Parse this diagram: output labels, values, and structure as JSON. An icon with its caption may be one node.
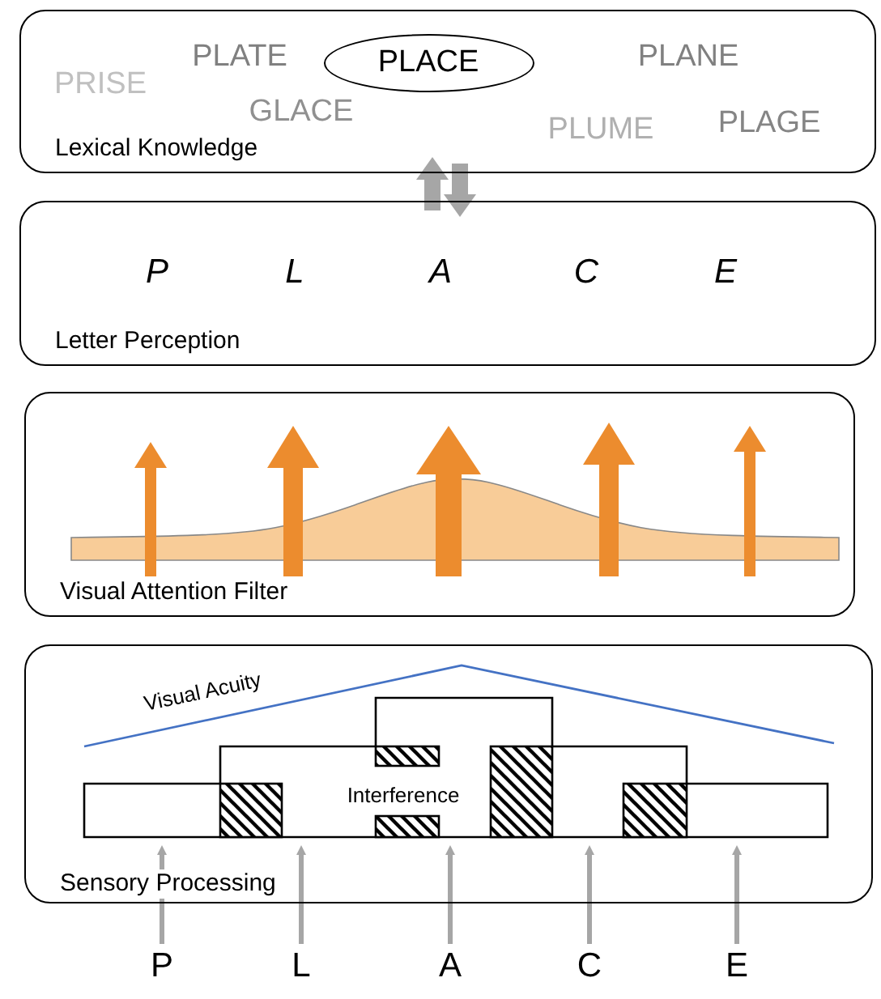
{
  "diagram": {
    "nodes": [
      {
        "text": [
          "Lexical Knowledge"
        ]
      },
      {
        "text": [
          "PLACE"
        ],
        "in": 0
      },
      {
        "text": [
          "Letter Perception"
        ]
      },
      {
        "text": [
          "Visual Attention Filter"
        ]
      },
      {
        "text": [
          "Sensory Processing"
        ]
      },
      {
        "text": [
          "P"
        ]
      },
      {
        "text": [
          "L"
        ]
      },
      {
        "text": [
          "A"
        ]
      },
      {
        "text": [
          "C"
        ]
      },
      {
        "text": [
          "E"
        ]
      }
    ],
    "edges": [
      {
        "from": 2,
        "to": 0,
        "arrow": "to",
        "style": "thick"
      },
      {
        "from": 0,
        "to": 2,
        "arrow": "to",
        "style": "thick"
      },
      {
        "from": 5,
        "to": 4,
        "arrow": "to"
      },
      {
        "from": 6,
        "to": 4,
        "arrow": "to"
      },
      {
        "from": 7,
        "to": 4,
        "arrow": "to"
      },
      {
        "from": 8,
        "to": 4,
        "arrow": "to"
      },
      {
        "from": 9,
        "to": 4,
        "arrow": "to"
      }
    ],
    "labels": [
      "PRISE",
      "PLATE",
      "GLACE",
      "PLANE",
      "PLUME",
      "PLAGE",
      "P",
      "L",
      "A",
      "C",
      "E",
      "Visual Acuity",
      "Interference"
    ]
  }
}
